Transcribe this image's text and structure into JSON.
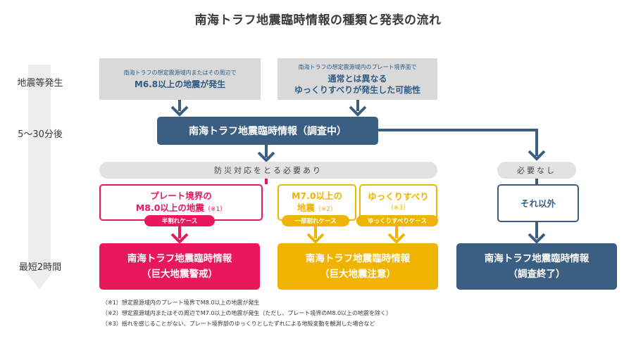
{
  "title": "南海トラフ地震臨時情報の種類と発表の流れ",
  "timeline": {
    "stage1": "地震等発生",
    "stage2": "5～30分後",
    "stage3": "最短2時間"
  },
  "trigger_left": {
    "small": "南海トラフの想定震源域内またはその周辺で",
    "main": "M6.8以上の地震が発生"
  },
  "trigger_right": {
    "small": "南海トラフの想定震源域内のプレート境界面で",
    "line1": "通常とは異なる",
    "line2": "ゆっくりすべりが発生した可能性"
  },
  "investigating": "南海トラフ地震臨時情報（調査中）",
  "action_needed": "防災対応をとる必要あり",
  "no_action": "必要なし",
  "case_plate": {
    "line1": "プレート境界の",
    "line2": "M8.0以上の地震",
    "note": "（※1）",
    "tag": "半割れケース"
  },
  "case_m7": {
    "line1": "M7.0以上の",
    "line2": "地震",
    "note": "（※2）",
    "tag": "一部割れケース"
  },
  "case_slow": {
    "line1": "ゆっくりすべり",
    "note": "（※3）",
    "tag": "ゆっくりすべりケース"
  },
  "case_other": "それ以外",
  "result_warning": {
    "line1": "南海トラフ地震臨時情報",
    "line2": "（巨大地震警戒）"
  },
  "result_advisory": {
    "line1": "南海トラフ地震臨時情報",
    "line2": "（巨大地震注意）"
  },
  "result_end": {
    "line1": "南海トラフ地震臨時情報",
    "line2": "（調査終了）"
  },
  "footnotes": [
    "（※1）想定震源域内のプレート境界でM8.0以上の地震が発生",
    "（※2）想定震源域内またはその周辺でM7.0以上の地震が発生（ただし、プレート境界のM8.0以上の地震を除く）",
    "（※3）揺れを感じることがない、プレート境界部のゆっくりとしたずれによる地殻変動を観測した場合など"
  ],
  "colors": {
    "navy": "#3a5f82",
    "pink": "#e8185a",
    "yellow": "#f0b400",
    "grey": "#d9d9d9",
    "timeline": "#ededed"
  }
}
